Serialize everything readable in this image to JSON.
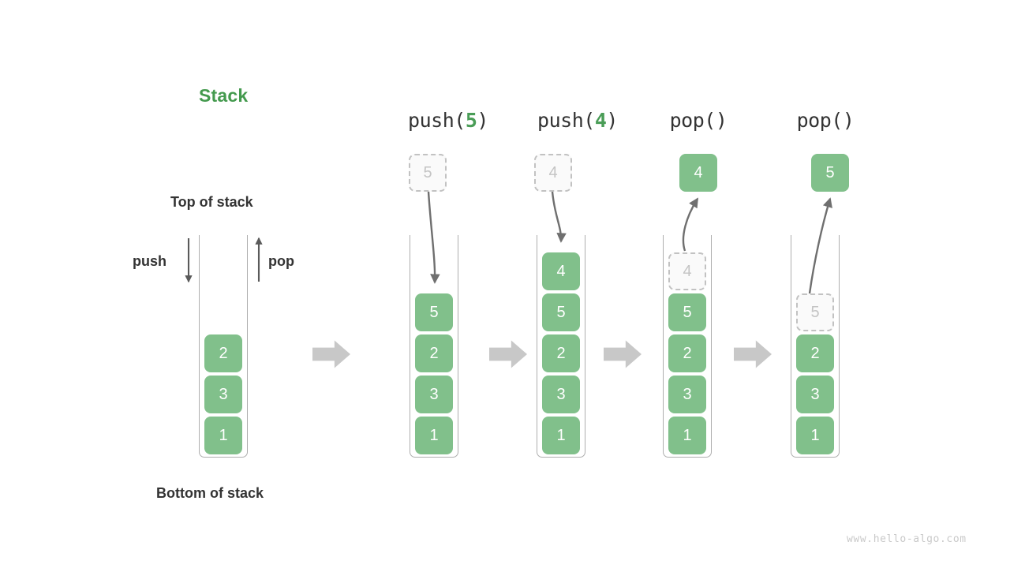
{
  "diagram": {
    "title": "Stack",
    "labels": {
      "top_of_stack": "Top of stack",
      "bottom_of_stack": "Bottom of stack",
      "push": "push",
      "pop": "pop"
    },
    "watermark": "www.hello-algo.com",
    "colors": {
      "element_fill": "#81c08b",
      "element_text": "#ffffff",
      "ghost_fill": "#fafafa",
      "ghost_border": "#c2c2c2",
      "ghost_text": "#c4c4c4",
      "title": "#449a4e",
      "arg_accent": "#4a9d57",
      "arrow": "#6f6f6f",
      "transition_arrow": "#c8c8c8",
      "container_wall": "#aeaeae",
      "text": "#333333",
      "watermark": "#c9c9c9"
    }
  },
  "columns": [
    {
      "id": "initial",
      "op_label_parts": {
        "name": "",
        "open": "",
        "arg": "",
        "close": ""
      },
      "op_label_text": "",
      "stack": [
        "2",
        "3",
        "1"
      ],
      "floating": null,
      "ghost_in_stack": null
    },
    {
      "id": "push-5",
      "op_label_parts": {
        "name": "push",
        "open": "(",
        "arg": "5",
        "close": ")"
      },
      "op_label_text": "push(5)",
      "stack": [
        "5",
        "2",
        "3",
        "1"
      ],
      "floating": {
        "value": "5",
        "style": "ghost"
      },
      "ghost_in_stack": null,
      "arrow_direction": "down"
    },
    {
      "id": "push-4",
      "op_label_parts": {
        "name": "push",
        "open": "(",
        "arg": "4",
        "close": ")"
      },
      "op_label_text": "push(4)",
      "stack": [
        "4",
        "5",
        "2",
        "3",
        "1"
      ],
      "floating": {
        "value": "4",
        "style": "ghost"
      },
      "ghost_in_stack": null,
      "arrow_direction": "down"
    },
    {
      "id": "pop-1",
      "op_label_parts": {
        "name": "pop",
        "open": "(",
        "arg": "",
        "close": ")"
      },
      "op_label_text": "pop()",
      "stack": [
        "5",
        "2",
        "3",
        "1"
      ],
      "floating": {
        "value": "4",
        "style": "solid"
      },
      "ghost_in_stack": {
        "value": "4"
      },
      "arrow_direction": "up"
    },
    {
      "id": "pop-2",
      "op_label_parts": {
        "name": "pop",
        "open": "(",
        "arg": "",
        "close": ")"
      },
      "op_label_text": "pop()",
      "stack": [
        "2",
        "3",
        "1"
      ],
      "floating": {
        "value": "5",
        "style": "solid"
      },
      "ghost_in_stack": {
        "value": "5"
      },
      "arrow_direction": "up"
    }
  ],
  "cells": {
    "c0": [
      "2",
      "3",
      "1"
    ],
    "c1_top": "5",
    "c1_rest": [
      "2",
      "3",
      "1"
    ],
    "c2_top": [
      "4",
      "5"
    ],
    "c2_rest": [
      "2",
      "3",
      "1"
    ],
    "c3_ghost": "4",
    "c3_rest": [
      "5",
      "2",
      "3",
      "1"
    ],
    "c3_float": "4",
    "c4_ghost": "5",
    "c4_rest": [
      "2",
      "3",
      "1"
    ],
    "c4_float": "5",
    "c1_float": "5",
    "c2_float": "4"
  }
}
